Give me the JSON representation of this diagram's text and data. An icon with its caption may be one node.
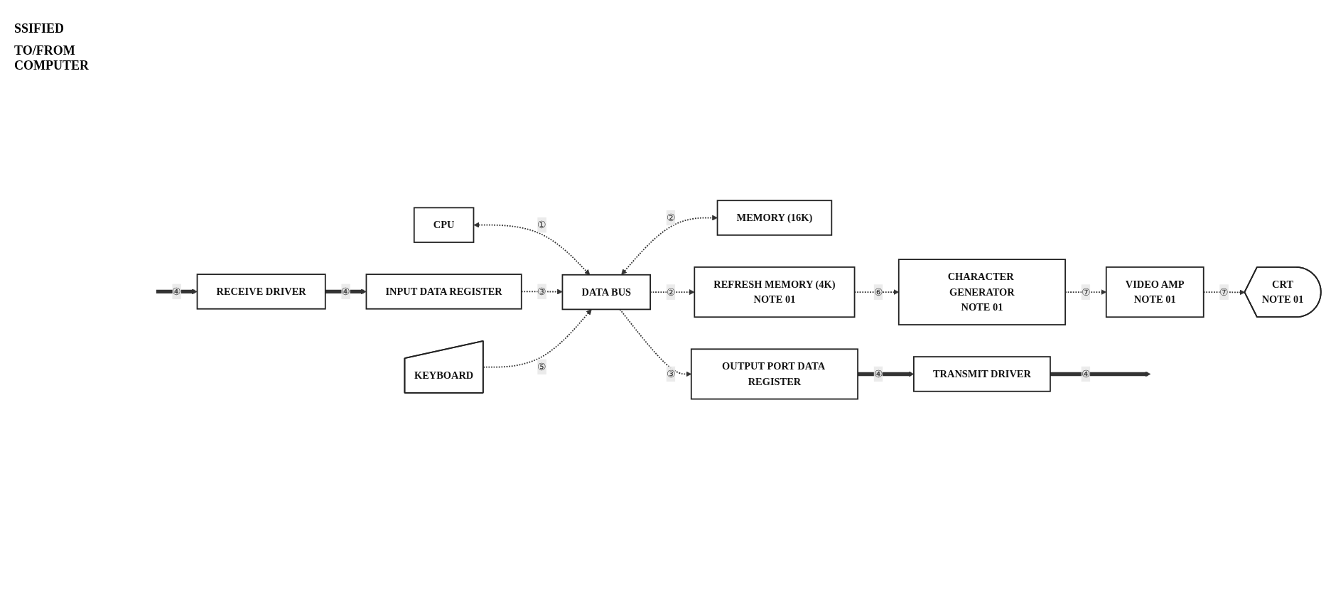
{
  "diagram": {
    "nodes": [
      {
        "text": [
          "CPU"
        ]
      },
      {
        "text": [
          "MEMORY (16K)"
        ]
      },
      {
        "text": [
          "RECEIVE DRIVER"
        ]
      },
      {
        "text": [
          "INPUT DATA REGISTER"
        ]
      },
      {
        "text": [
          "DATA BUS"
        ]
      },
      {
        "text": [
          "REFRESH MEMORY (4K)",
          "NOTE 01"
        ]
      },
      {
        "text": [
          "CHARACTER GENERATOR",
          "NOTE 01"
        ]
      },
      {
        "text": [
          "VIDEO AMP",
          "NOTE 01"
        ]
      },
      {
        "text": [
          "TRANSMIT DRIVER"
        ]
      },
      {
        "text": [
          "OUTPUT PORT DATA REGISTER"
        ]
      },
      {
        "text": [
          "KEYBOARD"
        ]
      },
      {
        "text": [
          "CRT",
          "NOTE 01"
        ]
      }
    ],
    "edges": [
      {
        "from": 0,
        "to": 4,
        "arrow": "both",
        "label": "①",
        "style": "dashed"
      },
      {
        "from": 4,
        "to": 1,
        "arrow": "both",
        "label": "②",
        "style": "dashed"
      },
      {
        "from": null,
        "to": 2,
        "arrow": "to",
        "label": "④",
        "style": "thick"
      },
      {
        "from": 2,
        "to": 3,
        "arrow": "to",
        "label": "④",
        "style": "thick"
      },
      {
        "from": 3,
        "to": 4,
        "arrow": "to",
        "label": "③",
        "style": "dashed"
      },
      {
        "from": 4,
        "to": 5,
        "arrow": "to",
        "label": "②",
        "style": "dashed"
      },
      {
        "from": 5,
        "to": 6,
        "arrow": "to",
        "label": "⑥",
        "style": "dashed"
      },
      {
        "from": 6,
        "to": 7,
        "arrow": "to",
        "label": "⑦",
        "style": "dashed"
      },
      {
        "from": 7,
        "to": 11,
        "arrow": "to",
        "label": "⑦",
        "style": "dashed"
      },
      {
        "from": 4,
        "to": 9,
        "arrow": "to",
        "label": "③",
        "style": "dashed"
      },
      {
        "from": 10,
        "to": 4,
        "arrow": "to",
        "label": "⑤",
        "style": "dashed"
      },
      {
        "from": 9,
        "to": 8,
        "arrow": "to",
        "label": "④",
        "style": "thick"
      },
      {
        "from": 8,
        "to": null,
        "arrow": "to",
        "label": "④",
        "style": "thick"
      }
    ],
    "labels": [
      "SSIFIED",
      "TO/FROM COMPUTER"
    ]
  }
}
